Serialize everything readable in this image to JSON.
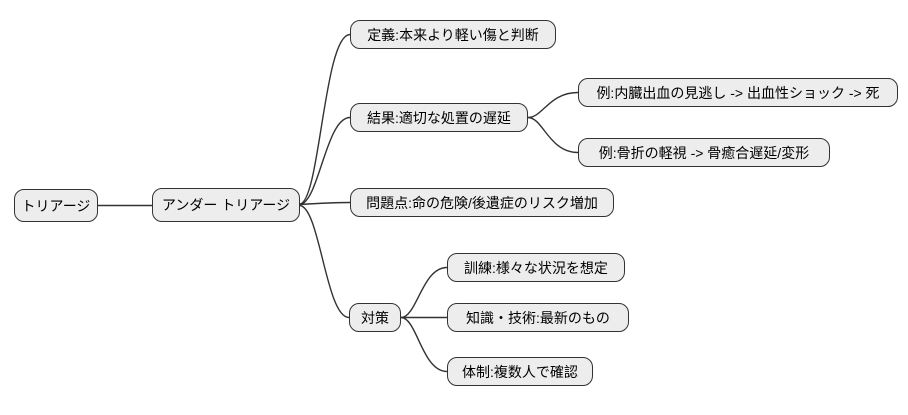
{
  "diagram": {
    "type": "mindmap",
    "direction": "left-to-right",
    "colors": {
      "background": "#ffffff",
      "node_fill": "#ededed",
      "node_border": "#333333",
      "edge_stroke": "#333333",
      "text": "#000000"
    }
  },
  "nodes": [
    {
      "id": "triage",
      "label": "トリアージ",
      "parent": null
    },
    {
      "id": "under-triage",
      "label": "アンダー トリアージ",
      "parent": "triage"
    },
    {
      "id": "definition",
      "label": "定義:本来より軽い傷と判断",
      "parent": "under-triage"
    },
    {
      "id": "result",
      "label": "結果:適切な処置の遅延",
      "parent": "under-triage"
    },
    {
      "id": "example-bleeding",
      "label": "例:内臓出血の見逃し -> 出血性ショック -> 死",
      "parent": "result"
    },
    {
      "id": "example-fracture",
      "label": "例:骨折の軽視 -> 骨癒合遅延/変形",
      "parent": "result"
    },
    {
      "id": "problem",
      "label": "問題点:命の危険/後遺症のリスク増加",
      "parent": "under-triage"
    },
    {
      "id": "countermeasures",
      "label": "対策",
      "parent": "under-triage"
    },
    {
      "id": "training",
      "label": "訓練:様々な状況を想定",
      "parent": "countermeasures"
    },
    {
      "id": "knowledge",
      "label": "知識・技術:最新のもの",
      "parent": "countermeasures"
    },
    {
      "id": "system-check",
      "label": "体制:複数人で確認",
      "parent": "countermeasures"
    }
  ]
}
